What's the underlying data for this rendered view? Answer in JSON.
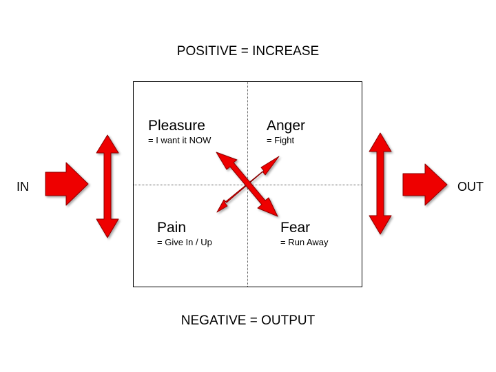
{
  "top_label": "POSITIVE = INCREASE",
  "bottom_label": "NEGATIVE = OUTPUT",
  "left_label": "IN",
  "right_label": "OUT",
  "quadrants": {
    "top_left": {
      "title": "Pleasure",
      "subtitle": "= I want it NOW"
    },
    "top_right": {
      "title": "Anger",
      "subtitle": "= Fight"
    },
    "bottom_left": {
      "title": "Pain",
      "subtitle": "= Give In / Up"
    },
    "bottom_right": {
      "title": "Fear",
      "subtitle": "= Run Away"
    }
  },
  "colors": {
    "arrow_fill": "#ee0000",
    "arrow_stroke": "#8a0000",
    "box_border": "#000000",
    "divider": "#555555"
  }
}
